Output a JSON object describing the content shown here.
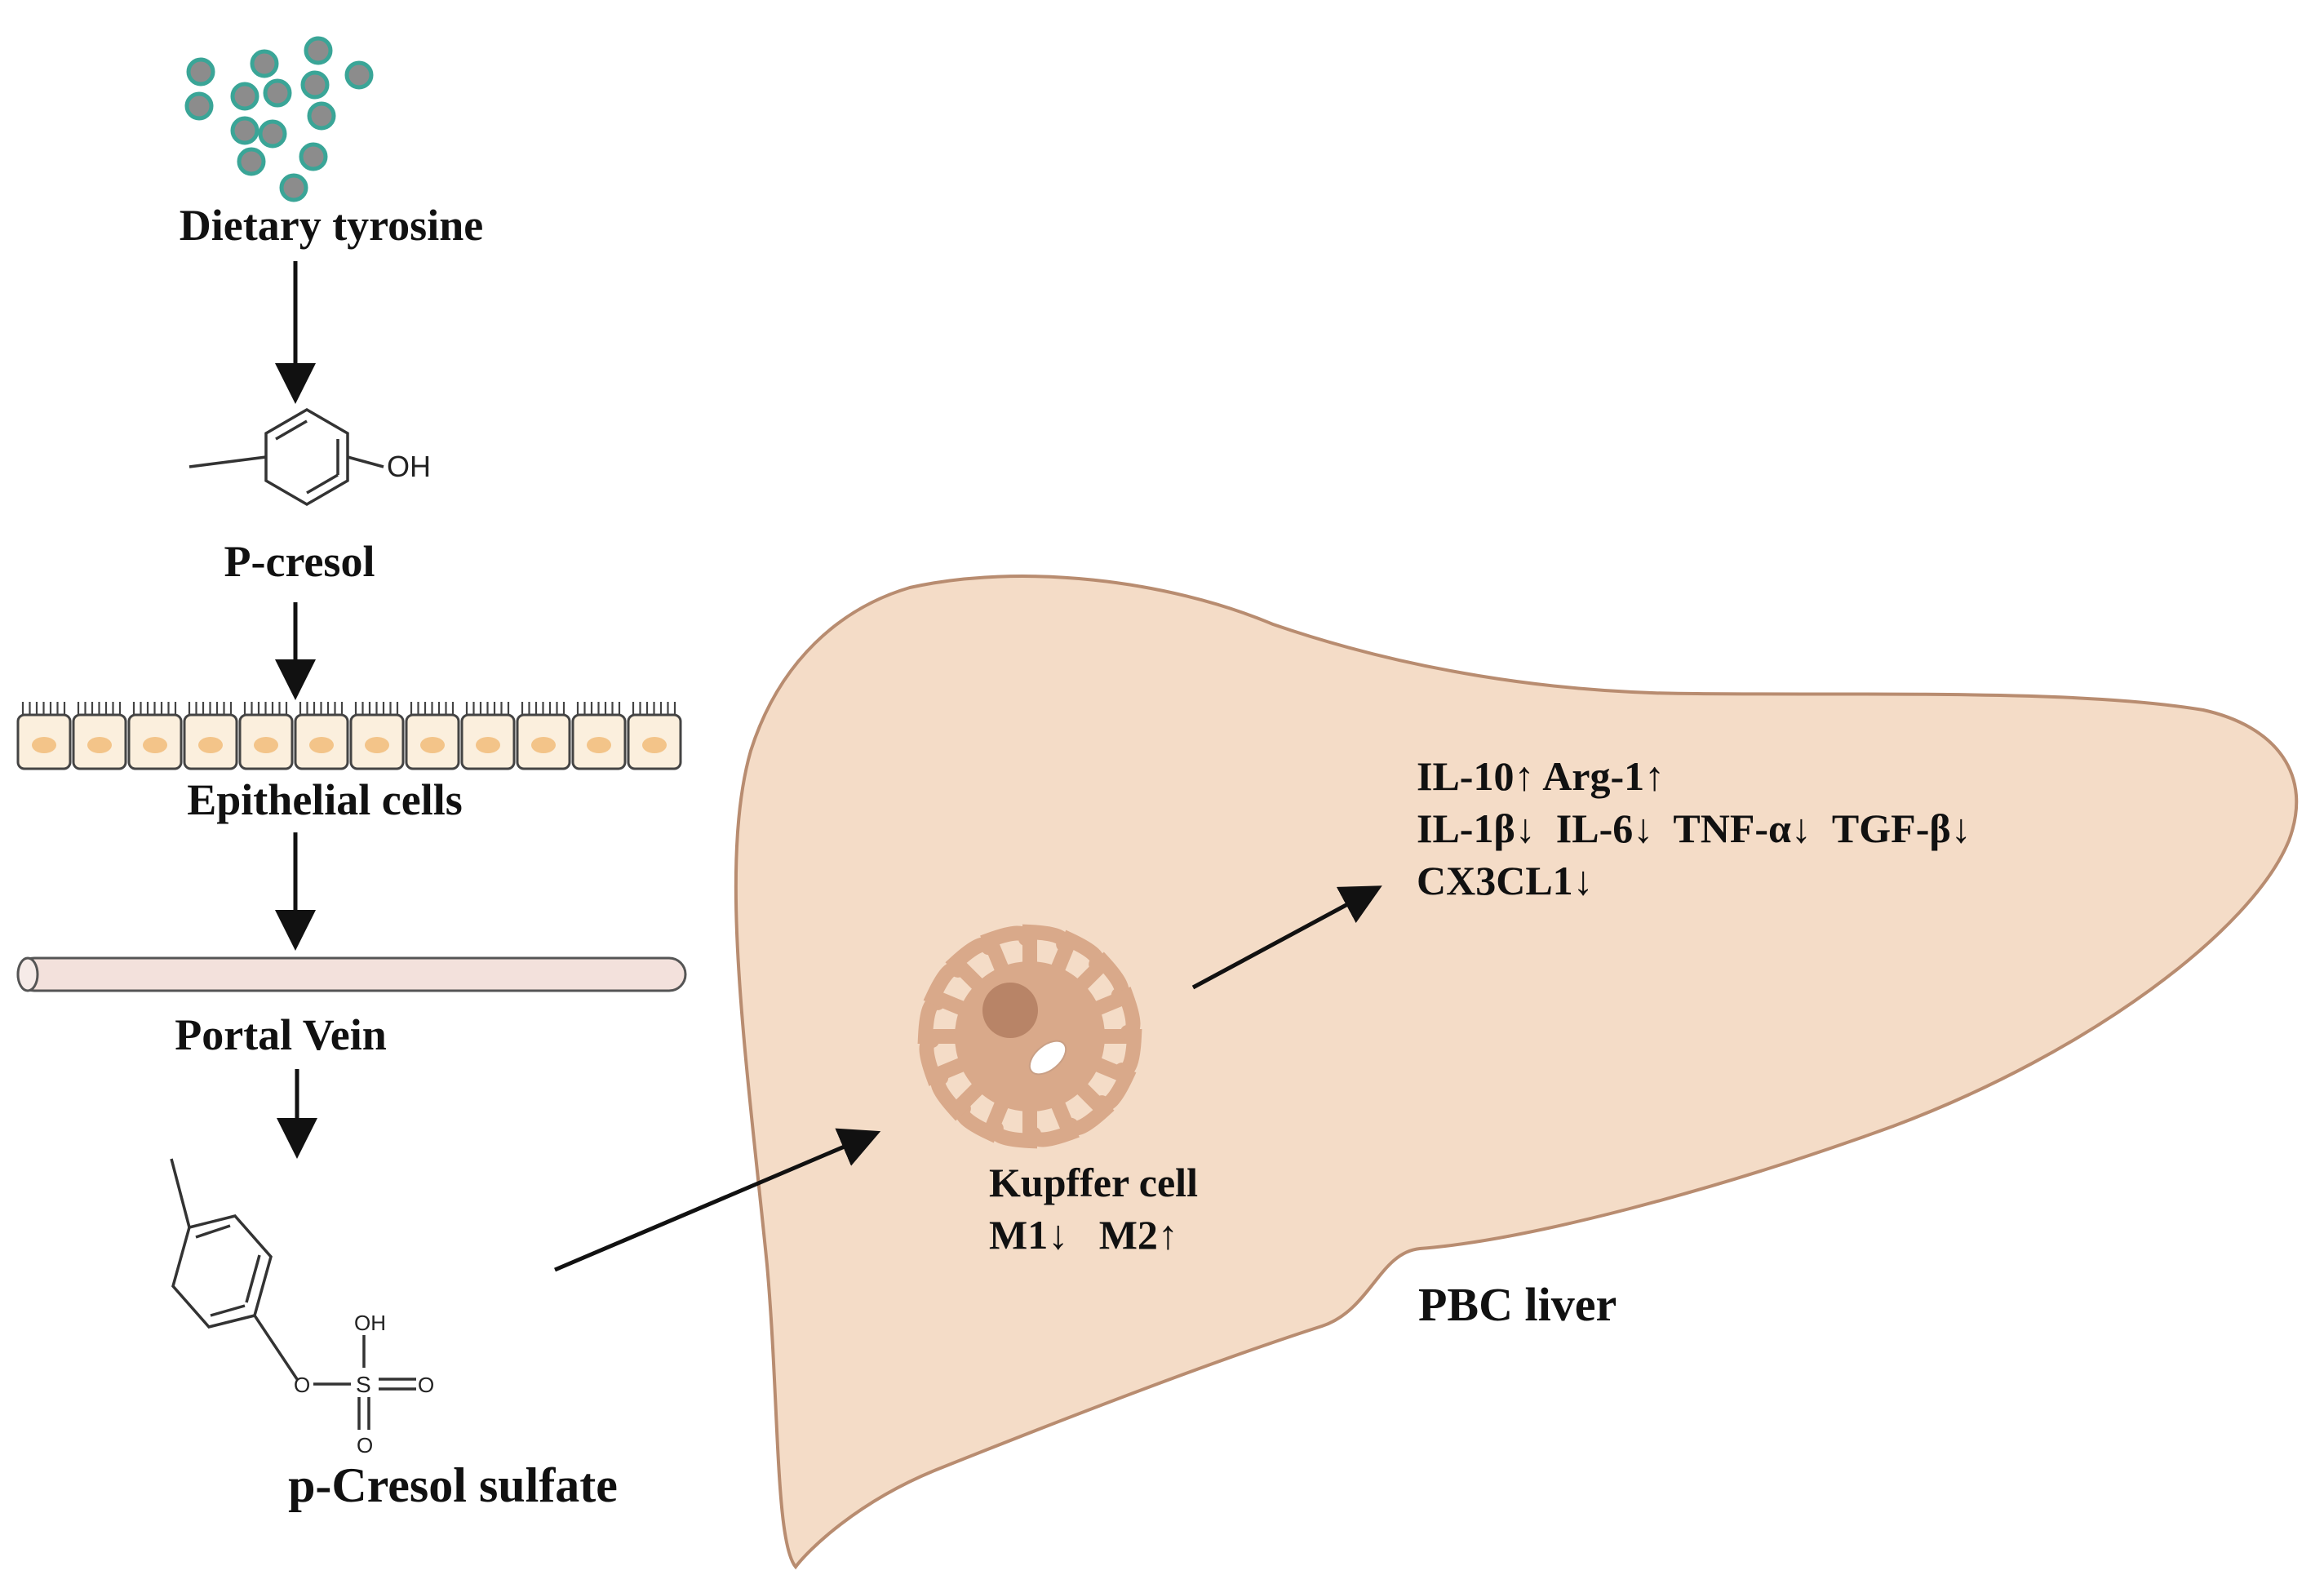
{
  "labels": {
    "dietary_tyrosine": "Dietary tyrosine",
    "p_cresol": "P-cresol",
    "epithelial_cells": "Epithelial cells",
    "portal_vein": "Portal Vein",
    "p_cresol_sulfate": "p-Cresol sulfate",
    "kupffer_cell": "Kupffer cell",
    "macrophage_shift": "M1↓   M2↑",
    "pbc_liver": "PBC liver"
  },
  "cytokines": {
    "line1": "IL-10↑ Arg-1↑",
    "line2": "IL-1β↓  IL-6↓  TNF-α↓  TGF-β↓",
    "line3": "CX3CL1↓"
  },
  "chem": {
    "oh": "OH",
    "o": "O",
    "s": "S"
  },
  "colors": {
    "particle_fill": "#8c8c8c",
    "particle_ring": "#3aa597",
    "liver_fill": "#f4dcc7",
    "liver_stroke": "#b88c70",
    "epithelium_fill": "#fbefdd",
    "nucleus": "#f3c489",
    "vein_fill": "#f3e1dc",
    "kupffer": "#d9a98a",
    "kupffer_nucleus": "#b88467"
  }
}
